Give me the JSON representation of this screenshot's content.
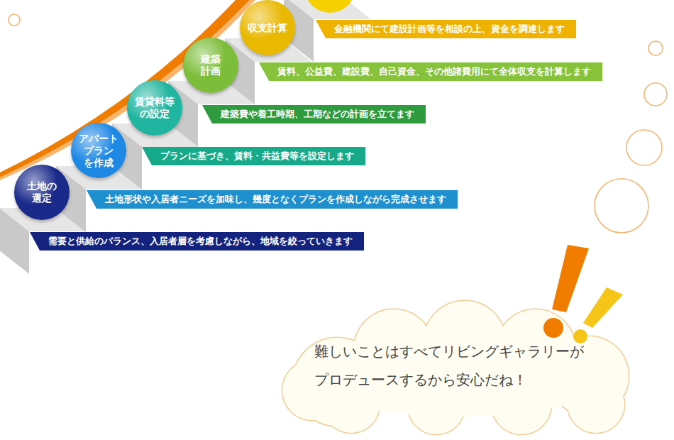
{
  "diagram": {
    "nodes": [
      {
        "text": [
          "土地の 選定"
        ]
      },
      {
        "text": [
          "需要と供給のバランス、入居者層を考慮しながら、地域を絞っていきます"
        ]
      },
      {
        "text": [
          "アパート プラン を作成"
        ]
      },
      {
        "text": [
          "土地形状や入居者ニーズを加味し、幾度となくプランを作成しながら完成させます"
        ]
      },
      {
        "text": [
          "賃貸料等 の設定"
        ]
      },
      {
        "text": [
          "プランに基づき、賃料・共益費等を設定します"
        ]
      },
      {
        "text": [
          "建築 計画"
        ]
      },
      {
        "text": [
          "建築費や着工時期、工期などの計画を立てます"
        ]
      },
      {
        "text": [
          "収支計算"
        ]
      },
      {
        "text": [
          "賃料、公益費、建設費、自己資金、その他諸費用にて全体収支を計算します"
        ]
      },
      {
        "text": [
          "金融機関にて建設計画等を相談の上、資金を調達します"
        ]
      },
      {
        "text": [
          "難しいことはすべてリビングギャラリーが プロデュースするから安心だね！"
        ]
      }
    ]
  }
}
